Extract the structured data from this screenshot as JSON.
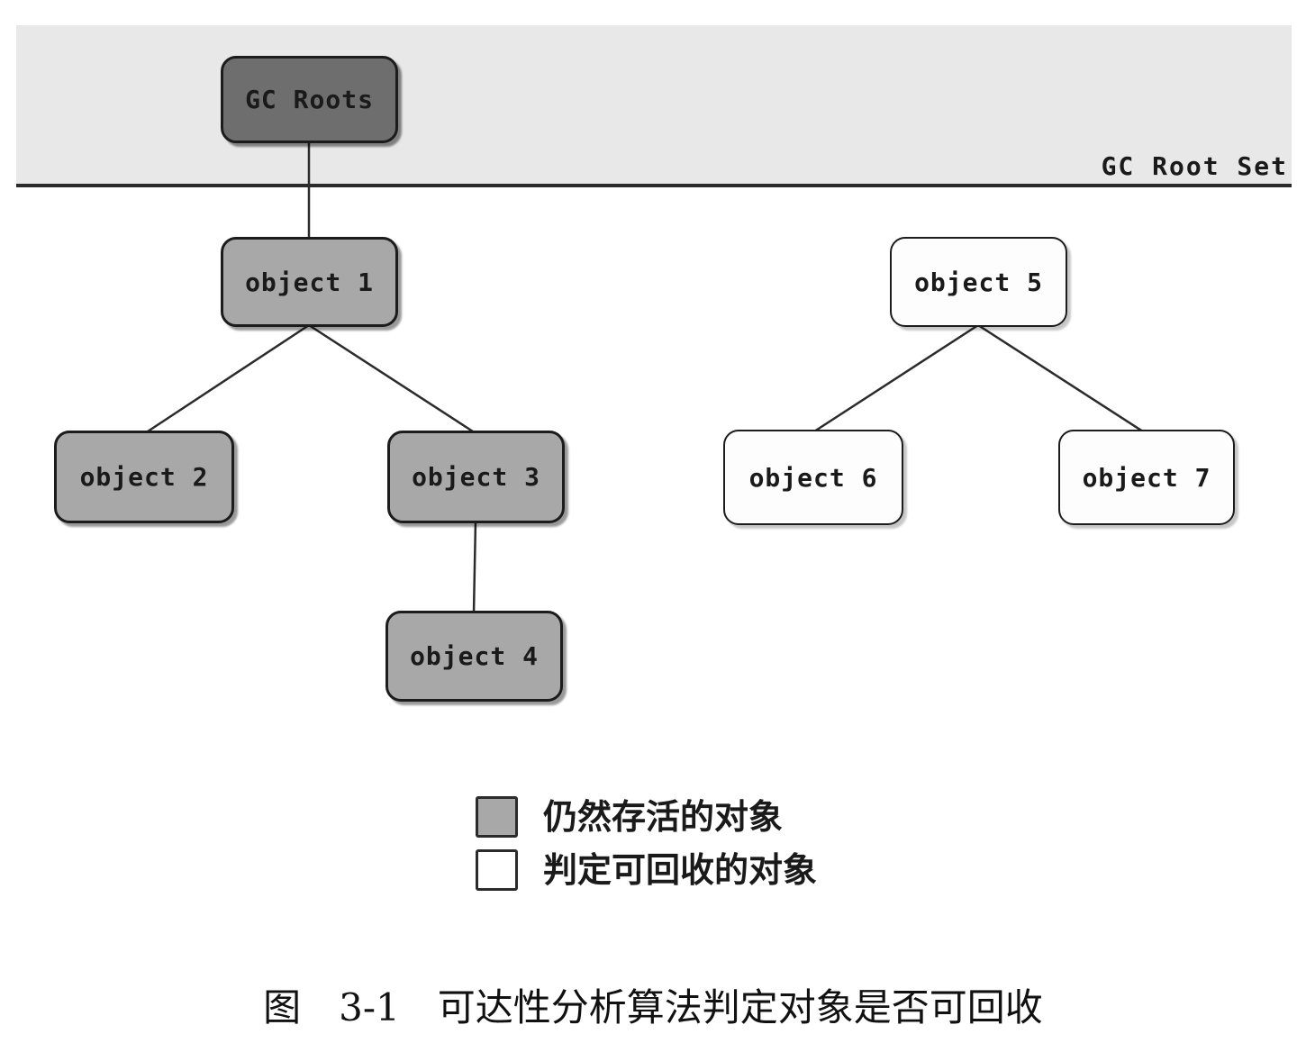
{
  "figure": {
    "band_label": "GC Root Set",
    "nodes": {
      "gc_roots": "GC Roots",
      "object1": "object 1",
      "object2": "object 2",
      "object3": "object 3",
      "object4": "object 4",
      "object5": "object 5",
      "object6": "object 6",
      "object7": "object 7"
    },
    "legend": {
      "alive_label": "仍然存活的对象",
      "recyclable_label": "判定可回收的对象"
    },
    "caption": "图　3-1　可达性分析算法判定对象是否可回收",
    "colors": {
      "gc_roots_fill": "#6e6e6e",
      "alive_fill": "#a8a8a8",
      "recyclable_fill": "#fdfdfd",
      "band_fill": "#e8e8e8",
      "edge_line": "#2b2b2b",
      "border": "#1c1c1c"
    }
  }
}
